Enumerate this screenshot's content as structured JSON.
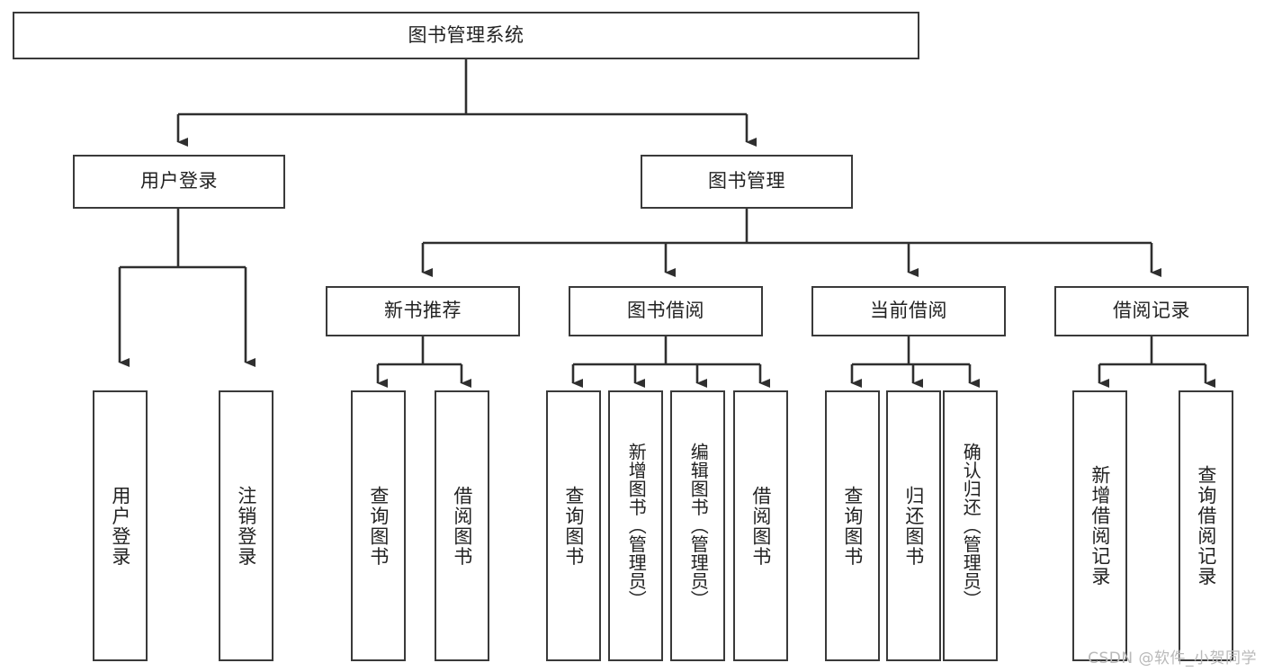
{
  "diagram": {
    "type": "tree",
    "title": "图书管理系统",
    "orientation": "top-down",
    "colors": {
      "background": "#ffffff",
      "node_border": "#3a3a3a",
      "node_fill": "#ffffff",
      "edge": "#2f2f2f",
      "text": "#222222",
      "watermark": "#b9b9b9"
    },
    "nodes": {
      "root": {
        "label": "图书管理系统",
        "level": 1
      },
      "l2": [
        {
          "label": "用户登录",
          "level": 2
        },
        {
          "label": "图书管理",
          "level": 2
        }
      ],
      "l3": [
        {
          "label": "新书推荐",
          "level": 3
        },
        {
          "label": "图书借阅",
          "level": 3
        },
        {
          "label": "当前借阅",
          "level": 3
        },
        {
          "label": "借阅记录",
          "level": 3
        }
      ],
      "leaves": {
        "user_login": [
          {
            "label": "用户登录"
          },
          {
            "label": "注销登录"
          }
        ],
        "new_book": [
          {
            "label": "查询图书"
          },
          {
            "label": "借阅图书"
          }
        ],
        "borrow": [
          {
            "label": "查询图书"
          },
          {
            "label": "新增图书（管理员）"
          },
          {
            "label": "编辑图书（管理员）"
          },
          {
            "label": "借阅图书"
          }
        ],
        "current": [
          {
            "label": "查询图书"
          },
          {
            "label": "归还图书"
          },
          {
            "label": "确认归还（管理员）"
          }
        ],
        "records": [
          {
            "label": "新增借阅记录"
          },
          {
            "label": "查询借阅记录"
          }
        ]
      }
    },
    "edges": [
      {
        "from": "图书管理系统",
        "to": "用户登录"
      },
      {
        "from": "图书管理系统",
        "to": "图书管理"
      },
      {
        "from": "用户登录",
        "to": "用户登录"
      },
      {
        "from": "用户登录",
        "to": "注销登录"
      },
      {
        "from": "图书管理",
        "to": "新书推荐"
      },
      {
        "from": "图书管理",
        "to": "图书借阅"
      },
      {
        "from": "图书管理",
        "to": "当前借阅"
      },
      {
        "from": "图书管理",
        "to": "借阅记录"
      },
      {
        "from": "新书推荐",
        "to": "查询图书"
      },
      {
        "from": "新书推荐",
        "to": "借阅图书"
      },
      {
        "from": "图书借阅",
        "to": "查询图书"
      },
      {
        "from": "图书借阅",
        "to": "新增图书（管理员）"
      },
      {
        "from": "图书借阅",
        "to": "编辑图书（管理员）"
      },
      {
        "from": "图书借阅",
        "to": "借阅图书"
      },
      {
        "from": "当前借阅",
        "to": "查询图书"
      },
      {
        "from": "当前借阅",
        "to": "归还图书"
      },
      {
        "from": "当前借阅",
        "to": "确认归还（管理员）"
      },
      {
        "from": "借阅记录",
        "to": "新增借阅记录"
      },
      {
        "from": "借阅记录",
        "to": "查询借阅记录"
      }
    ]
  },
  "watermark": "CSDN @软件_小贺同学"
}
